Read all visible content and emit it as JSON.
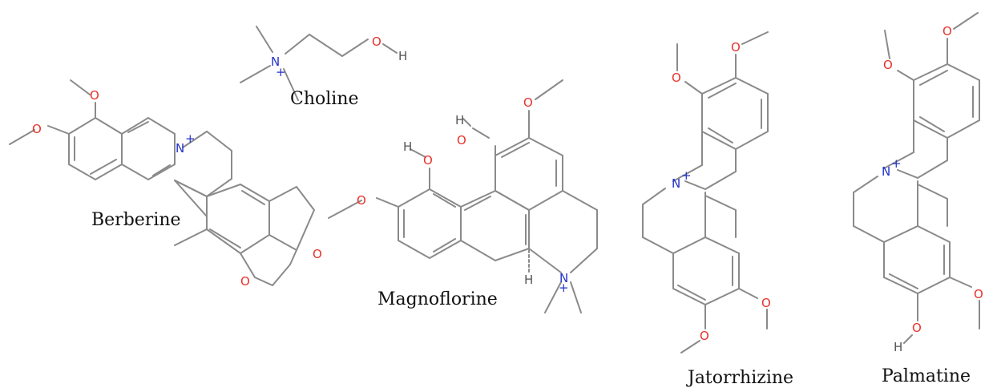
{
  "diagram": {
    "molecules": [
      {
        "key": "berberine",
        "name": "Berberine"
      },
      {
        "key": "choline",
        "name": "Choline"
      },
      {
        "key": "magnoflorine",
        "name": "Magnoflorine"
      },
      {
        "key": "jatorrhizine",
        "name": "Jatorrhizine"
      },
      {
        "key": "palmatine",
        "name": "Palmatine"
      }
    ],
    "atoms": {
      "oxygen": "O",
      "nitrogen": "N",
      "hydrogen": "H",
      "charge": "+"
    },
    "colors": {
      "bond": "#8a8a8a",
      "oxygen": "#e8322b",
      "nitrogen": "#2233cc",
      "hydrogen": "#555555",
      "label": "#111111"
    }
  }
}
